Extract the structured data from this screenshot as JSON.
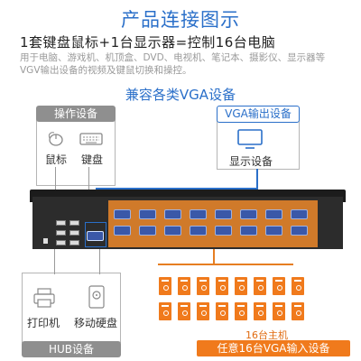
{
  "header": {
    "title": "产品连接图示",
    "subtitle": "1套键盘鼠标+1台显示器=控制16台电脑",
    "description": "用于电脑、游戏机、机顶盒、DVD、电视机、笔记本、摄影仪、显示器等VGV输出设备的视频及键鼠切换和操控。",
    "compatible": "兼容各类VGA设备"
  },
  "operation": {
    "tag": "操作设备",
    "mouse_label": "鼠标",
    "keyboard_label": "键盘"
  },
  "vga_output": {
    "tag": "VGA输出设备",
    "display_label": "显示设备"
  },
  "hub": {
    "tag": "HUB设备",
    "printer_label": "打印机",
    "hdd_label": "移动硬盘"
  },
  "hosts": {
    "label": "16台主机",
    "box": "任意16台VGA输入设备",
    "count": 16
  },
  "colors": {
    "accent": "#2a6fc9",
    "orange": "#f07a1c",
    "gray": "#8f8f8f"
  }
}
